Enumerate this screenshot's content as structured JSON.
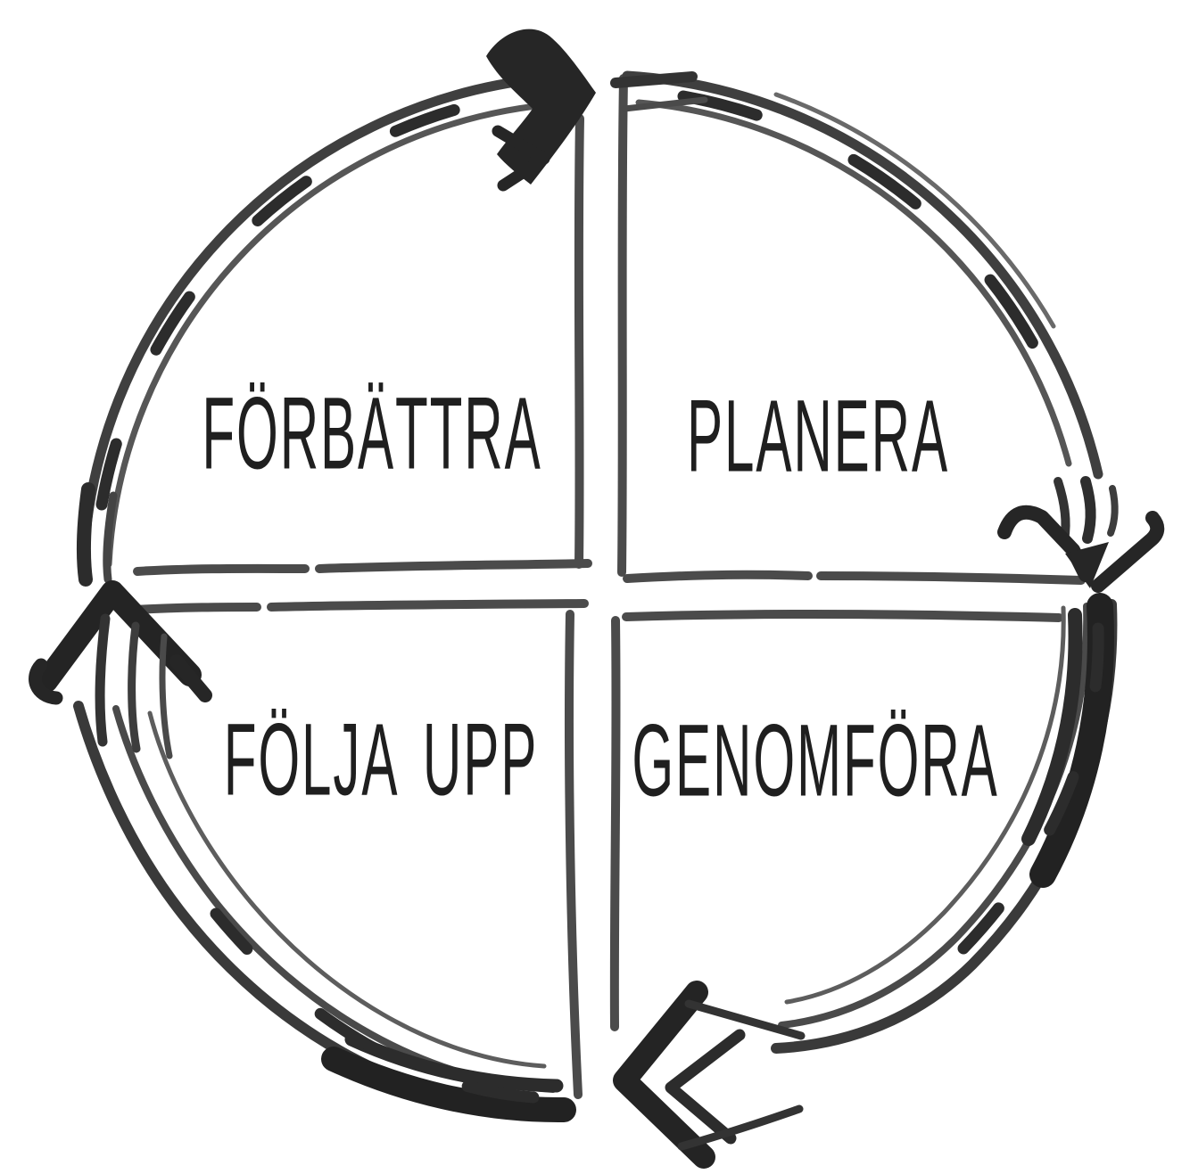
{
  "diagram": {
    "kind": "hand-drawn-cycle",
    "direction": "clockwise",
    "background_color": "#ffffff",
    "ink_color": "#2e2e2e",
    "quadrants": [
      {
        "position": "top-left",
        "label": "FÖRBÄTTRA"
      },
      {
        "position": "top-right",
        "label": "PLANERA"
      },
      {
        "position": "bottom-right",
        "label": "GENOMFÖRA"
      },
      {
        "position": "bottom-left",
        "label": "FÖLJA UPP"
      }
    ],
    "arrows": [
      {
        "name": "arc-arrow-top-left",
        "points": "right"
      },
      {
        "name": "arc-arrow-top-right",
        "points": "down"
      },
      {
        "name": "arc-arrow-bottom-right",
        "points": "left"
      },
      {
        "name": "arc-arrow-bottom-left",
        "points": "up"
      }
    ]
  }
}
